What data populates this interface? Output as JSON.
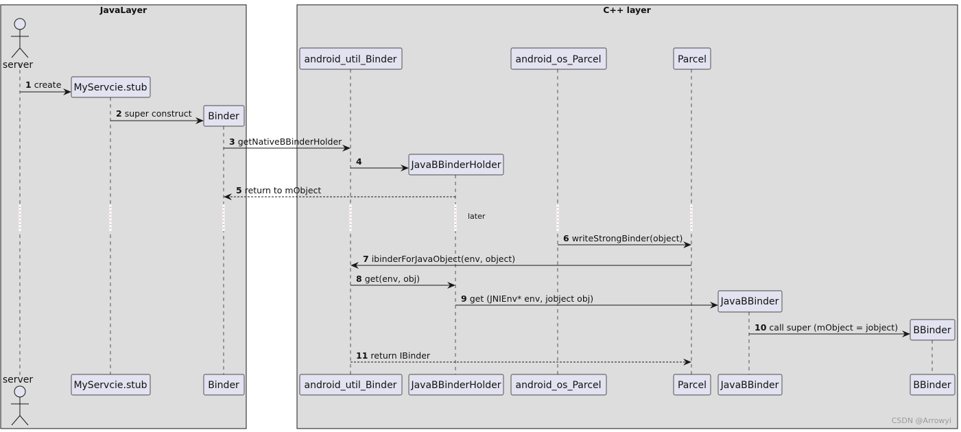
{
  "groups": {
    "java": "JavaLayer",
    "cpp": "C++ layer"
  },
  "participants": {
    "server": "server",
    "stub": "MyServcie.stub",
    "binder": "Binder",
    "util": "android_util_Binder",
    "holder": "JavaBBinderHolder",
    "osparcel": "android_os_Parcel",
    "parcel": "Parcel",
    "jbb": "JavaBBinder",
    "bbinder": "BBinder"
  },
  "messages": [
    {
      "num": "1",
      "text": "create"
    },
    {
      "num": "2",
      "text": "super construct"
    },
    {
      "num": "3",
      "text": "getNativeBBinderHolder"
    },
    {
      "num": "4",
      "text": ""
    },
    {
      "num": "5",
      "text": "return to mObject"
    },
    {
      "num": "6",
      "text": "writeStrongBinder(object)"
    },
    {
      "num": "7",
      "text": "ibinderForJavaObject(env, object)"
    },
    {
      "num": "8",
      "text": "get(env, obj)"
    },
    {
      "num": "9",
      "text": "get (JNIEnv* env, jobject obj)"
    },
    {
      "num": "10",
      "text": "call super (mObject = jobject)"
    },
    {
      "num": "11",
      "text": "return IBinder"
    }
  ],
  "delay_note": "later",
  "watermark": "CSDN @Arrowyi"
}
